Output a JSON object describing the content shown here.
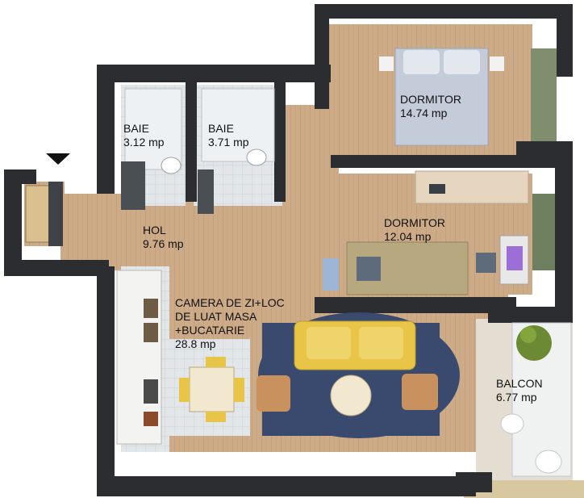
{
  "rooms": {
    "baie1": {
      "name": "BAIE",
      "area": "3.12 mp"
    },
    "baie2": {
      "name": "BAIE",
      "area": "3.71 mp"
    },
    "dormitor1": {
      "name": "DORMITOR",
      "area": "14.74 mp"
    },
    "hol": {
      "name": "HOL",
      "area": "9.76 mp"
    },
    "dormitor2": {
      "name": "DORMITOR",
      "area": "12.04 mp"
    },
    "living": {
      "line1": "CAMERA DE ZI+LOC",
      "line2": "DE LUAT MASA",
      "line3": "+BUCATARIE",
      "area": "28.8 mp"
    },
    "balcon": {
      "name": "BALCON",
      "area": "6.77 mp"
    }
  },
  "icons": {
    "entry": "entrance-arrow-icon"
  },
  "colors": {
    "wall": "#2b2d30",
    "wood_floor": "#c9a887",
    "tile_floor": "#dfe4e7",
    "rug": "#3a4a6e",
    "sofa": "#e8c547",
    "bed_linen": "#c4ccd9"
  }
}
